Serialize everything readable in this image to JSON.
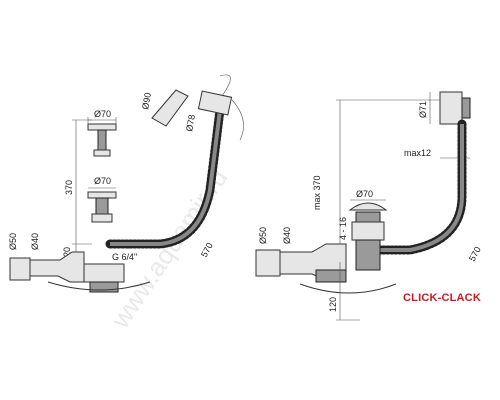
{
  "colors": {
    "brand": "#c41e1e",
    "ink": "#222222",
    "watermark": "#d8d8d8"
  },
  "watermark": "www.aquamir.ru",
  "brand_label": "CLICK-CLACK",
  "left_drawing": {
    "dims": {
      "d70_top": "Ø70",
      "d90": "Ø90",
      "d78": "Ø78",
      "d70_mid": "Ø70",
      "h370": "370",
      "h120": "120",
      "d50": "Ø50",
      "d40": "Ø40",
      "thread": "G 6/4\"",
      "len570": "570"
    }
  },
  "right_drawing": {
    "dims": {
      "d71": "Ø71",
      "max12": "max12",
      "max370": "max 370",
      "d70": "Ø70",
      "range4_16": "4 - 16",
      "d50": "Ø50",
      "d40": "Ø40",
      "h120": "120",
      "len570": "570"
    }
  }
}
